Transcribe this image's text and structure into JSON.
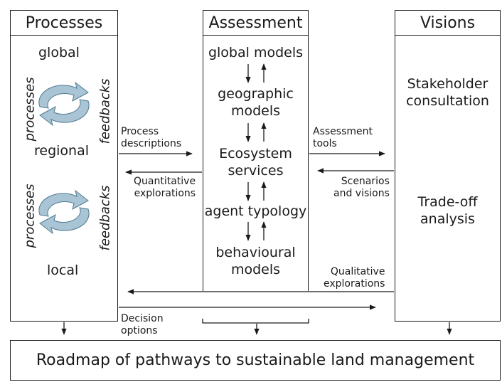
{
  "processes": {
    "title": "Processes",
    "scale_global": "global",
    "scale_regional": "regional",
    "scale_local": "local",
    "left_label": "processes",
    "right_label": "feedbacks"
  },
  "assessment": {
    "title": "Assessment",
    "items": [
      "global models",
      "geographic\nmodels",
      "Ecosystem\nservices",
      "agent typology",
      "behavioural\nmodels"
    ]
  },
  "visions": {
    "title": "Visions",
    "item1": "Stakeholder\nconsultation",
    "item2": "Trade-off\nanalysis"
  },
  "flows": {
    "process_descriptions": "Process\ndescriptions",
    "quantitative_explorations": "Quantitative\nexplorations",
    "assessment_tools": "Assessment\ntools",
    "scenarios_and_visions": "Scenarios\nand visions",
    "qualitative_explorations": "Qualitative\nexplorations",
    "decision_options": "Decision\noptions"
  },
  "roadmap": {
    "title": "Roadmap of pathways to sustainable land management"
  },
  "colors": {
    "cycle_fill": "#a9c4d4",
    "cycle_stroke": "#4f7a92",
    "line": "#1a1a1a"
  }
}
